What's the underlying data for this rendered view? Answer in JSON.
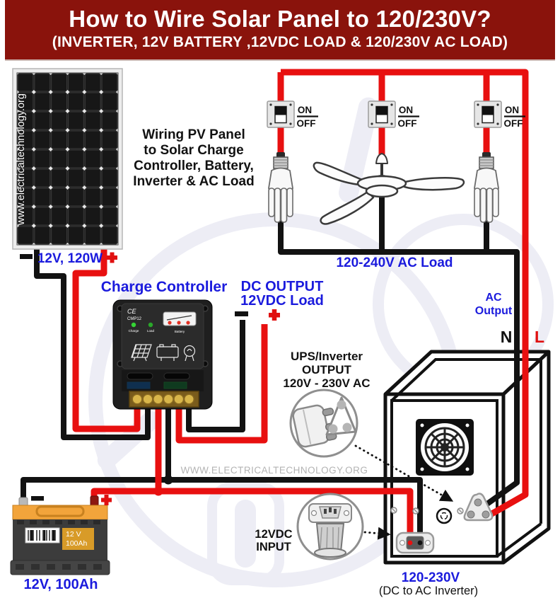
{
  "header": {
    "title": "How to Wire Solar Panel to 120/230V?",
    "subtitle": "(INVERTER, 12V BATTERY ,12VDC LOAD & 120/230V AC LOAD)"
  },
  "pv_panel": {
    "watermark": "www.electricaltechnology.org",
    "rating": "12V, 120W",
    "minus": "-",
    "plus": "+"
  },
  "description": {
    "line1": "Wiring PV Panel",
    "line2": "to Solar Charge",
    "line3": "Controller, Battery,",
    "line4": "Inverter & AC Load"
  },
  "switch": {
    "on": "ON",
    "off": "OFF"
  },
  "ac_load": {
    "label": "120-240V AC Load"
  },
  "charge_controller": {
    "title": "Charge Controller",
    "ce_mark": "CE",
    "model": "CMP12",
    "led_charge": "Charge",
    "led_load": "Load",
    "battery_meter": "Battery"
  },
  "dc_output": {
    "line1": "DC OUTPUT",
    "line2": "12VDC Load",
    "minus": "-",
    "plus": "+"
  },
  "ac_output": {
    "line1": "AC",
    "line2": "Output",
    "neutral": "N",
    "live": "L"
  },
  "ups_output": {
    "line1": "UPS/Inverter",
    "line2": "OUTPUT",
    "line3": "120V - 230V AC"
  },
  "battery": {
    "label_voltage": "12 V",
    "label_capacity": "100Ah",
    "rating": "12V, 100Ah",
    "minus": "-",
    "plus": "+"
  },
  "dc_input": {
    "line1": "12VDC",
    "line2": "INPUT"
  },
  "inverter": {
    "voltage": "120-230V",
    "caption": "(DC to AC Inverter)"
  },
  "site_watermark": "WWW.ELECTRICALTECHNOLOGY.ORG",
  "colors": {
    "header_bg": "#8A130C",
    "wire_red": "#E81010",
    "wire_black": "#121212",
    "label_blue": "#1B1BDD",
    "watermark_gray": "#B3B3B3"
  }
}
